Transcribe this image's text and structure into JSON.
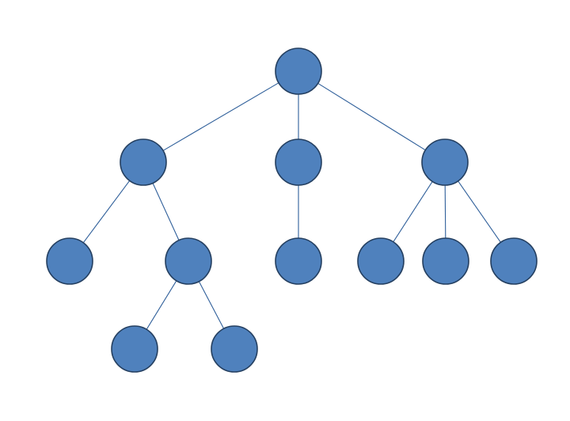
{
  "diagram": {
    "type": "tree",
    "colors": {
      "background": "#ffffff",
      "node_fill": "#4f81bd",
      "node_stroke": "#243f60",
      "edge": "#2f5f9a"
    },
    "nodes": [
      {
        "id": "root"
      },
      {
        "id": "a"
      },
      {
        "id": "b"
      },
      {
        "id": "c"
      },
      {
        "id": "a1"
      },
      {
        "id": "a2"
      },
      {
        "id": "b1"
      },
      {
        "id": "c1"
      },
      {
        "id": "c2"
      },
      {
        "id": "c3"
      },
      {
        "id": "a2-1"
      },
      {
        "id": "a2-2"
      }
    ],
    "edges": [
      [
        "root",
        "a"
      ],
      [
        "root",
        "b"
      ],
      [
        "root",
        "c"
      ],
      [
        "a",
        "a1"
      ],
      [
        "a",
        "a2"
      ],
      [
        "b",
        "b1"
      ],
      [
        "c",
        "c1"
      ],
      [
        "c",
        "c2"
      ],
      [
        "c",
        "c3"
      ],
      [
        "a2",
        "a2-1"
      ],
      [
        "a2",
        "a2-2"
      ]
    ]
  }
}
